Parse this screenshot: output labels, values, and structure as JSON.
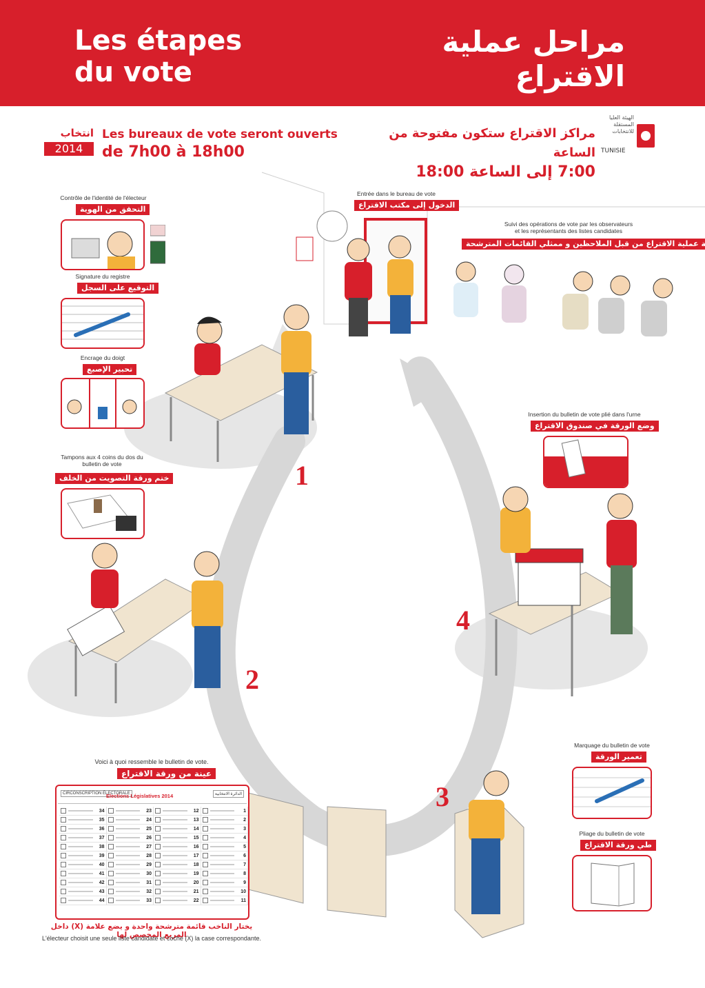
{
  "header": {
    "title_fr_line1": "Les étapes",
    "title_fr_line2": "du vote",
    "title_ar_line1": "مراحل عملية",
    "title_ar_line2": "الاقتراع"
  },
  "logo": {
    "ar": "انتخاب",
    "year": "2014"
  },
  "hours": {
    "fr_line1": "Les bureaux de vote seront ouverts",
    "fr_line2": "de 7h00 à 18h00",
    "ar_line1": "مراكز الاقتراع ستكون مفتوحة من الساعة",
    "ar_line2": "7:00 إلى الساعة 18:00"
  },
  "isie": {
    "text": "الهيئة العليا المستقلة للانتخابات",
    "name": "TUNISIE"
  },
  "steps": {
    "identity_fr": "Contrôle de l'identité de l'électeur",
    "identity_ar": "التحقق من الهوية",
    "signature_fr": "Signature du registre",
    "signature_ar": "التوقيع على السجل",
    "ink_fr": "Encrage du doigt",
    "ink_ar": "تحبير الإصبع",
    "stamp_fr": "Tampons aux 4 coins du dos du bulletin de vote",
    "stamp_ar": "ختم ورقة التصويت من الخلف",
    "entry_fr": "Entrée dans le bureau de vote",
    "entry_ar": "الدخول إلى مكتب الاقتراع",
    "observers_fr_line1": "Suivi des opérations de vote par les observateurs",
    "observers_fr_line2": "et les représentants des listes candidates",
    "observers_ar": "مراقبة عملية الاقتراع من قبل الملاحظين و ممثلي القائمات المترشحة",
    "insert_fr": "Insertion du bulletin de vote plié dans l'urne",
    "insert_ar": "وضع الورقة في صندوق الاقتراع",
    "mark_fr": "Marquage du bulletin de vote",
    "mark_ar": "تعمير الورقة",
    "fold_fr": "Pliage du bulletin de vote",
    "fold_ar": "طي ورقة الاقتراع",
    "sample_fr": "Voici à quoi ressemble le bulletin de vote.",
    "sample_ar": "عينة من ورقة الاقتراع"
  },
  "numbers": [
    "1",
    "2",
    "3",
    "4"
  ],
  "ballot": {
    "tag_left": "CIRCONSCRIPTION ÉLECTORALE",
    "title": "Elections Législatives 2014",
    "tag_right": "الدائرة الانتخابية",
    "rows": [
      [
        34,
        23,
        12,
        1
      ],
      [
        35,
        24,
        13,
        2
      ],
      [
        36,
        25,
        14,
        3
      ],
      [
        37,
        26,
        15,
        4
      ],
      [
        38,
        27,
        16,
        5
      ],
      [
        39,
        28,
        17,
        6
      ],
      [
        40,
        29,
        18,
        7
      ],
      [
        41,
        30,
        19,
        8
      ],
      [
        42,
        31,
        20,
        9
      ],
      [
        43,
        32,
        21,
        10
      ],
      [
        44,
        33,
        22,
        11
      ]
    ]
  },
  "captions": {
    "ar": "يختار الناخب قائمة مترشحة واحدة و يضع علامة (X) داخل المربع المخصص لها",
    "fr": "L'électeur choisit une seule liste candidate et coche (X) la case correspondante."
  },
  "colors": {
    "red": "#d71f2b",
    "path_grey": "#d7d7d7",
    "table": "#f0e4cf",
    "shirt_yellow": "#f3b23a",
    "shirt_red": "#d71f2b",
    "trousers_blue": "#2a5e9e"
  }
}
